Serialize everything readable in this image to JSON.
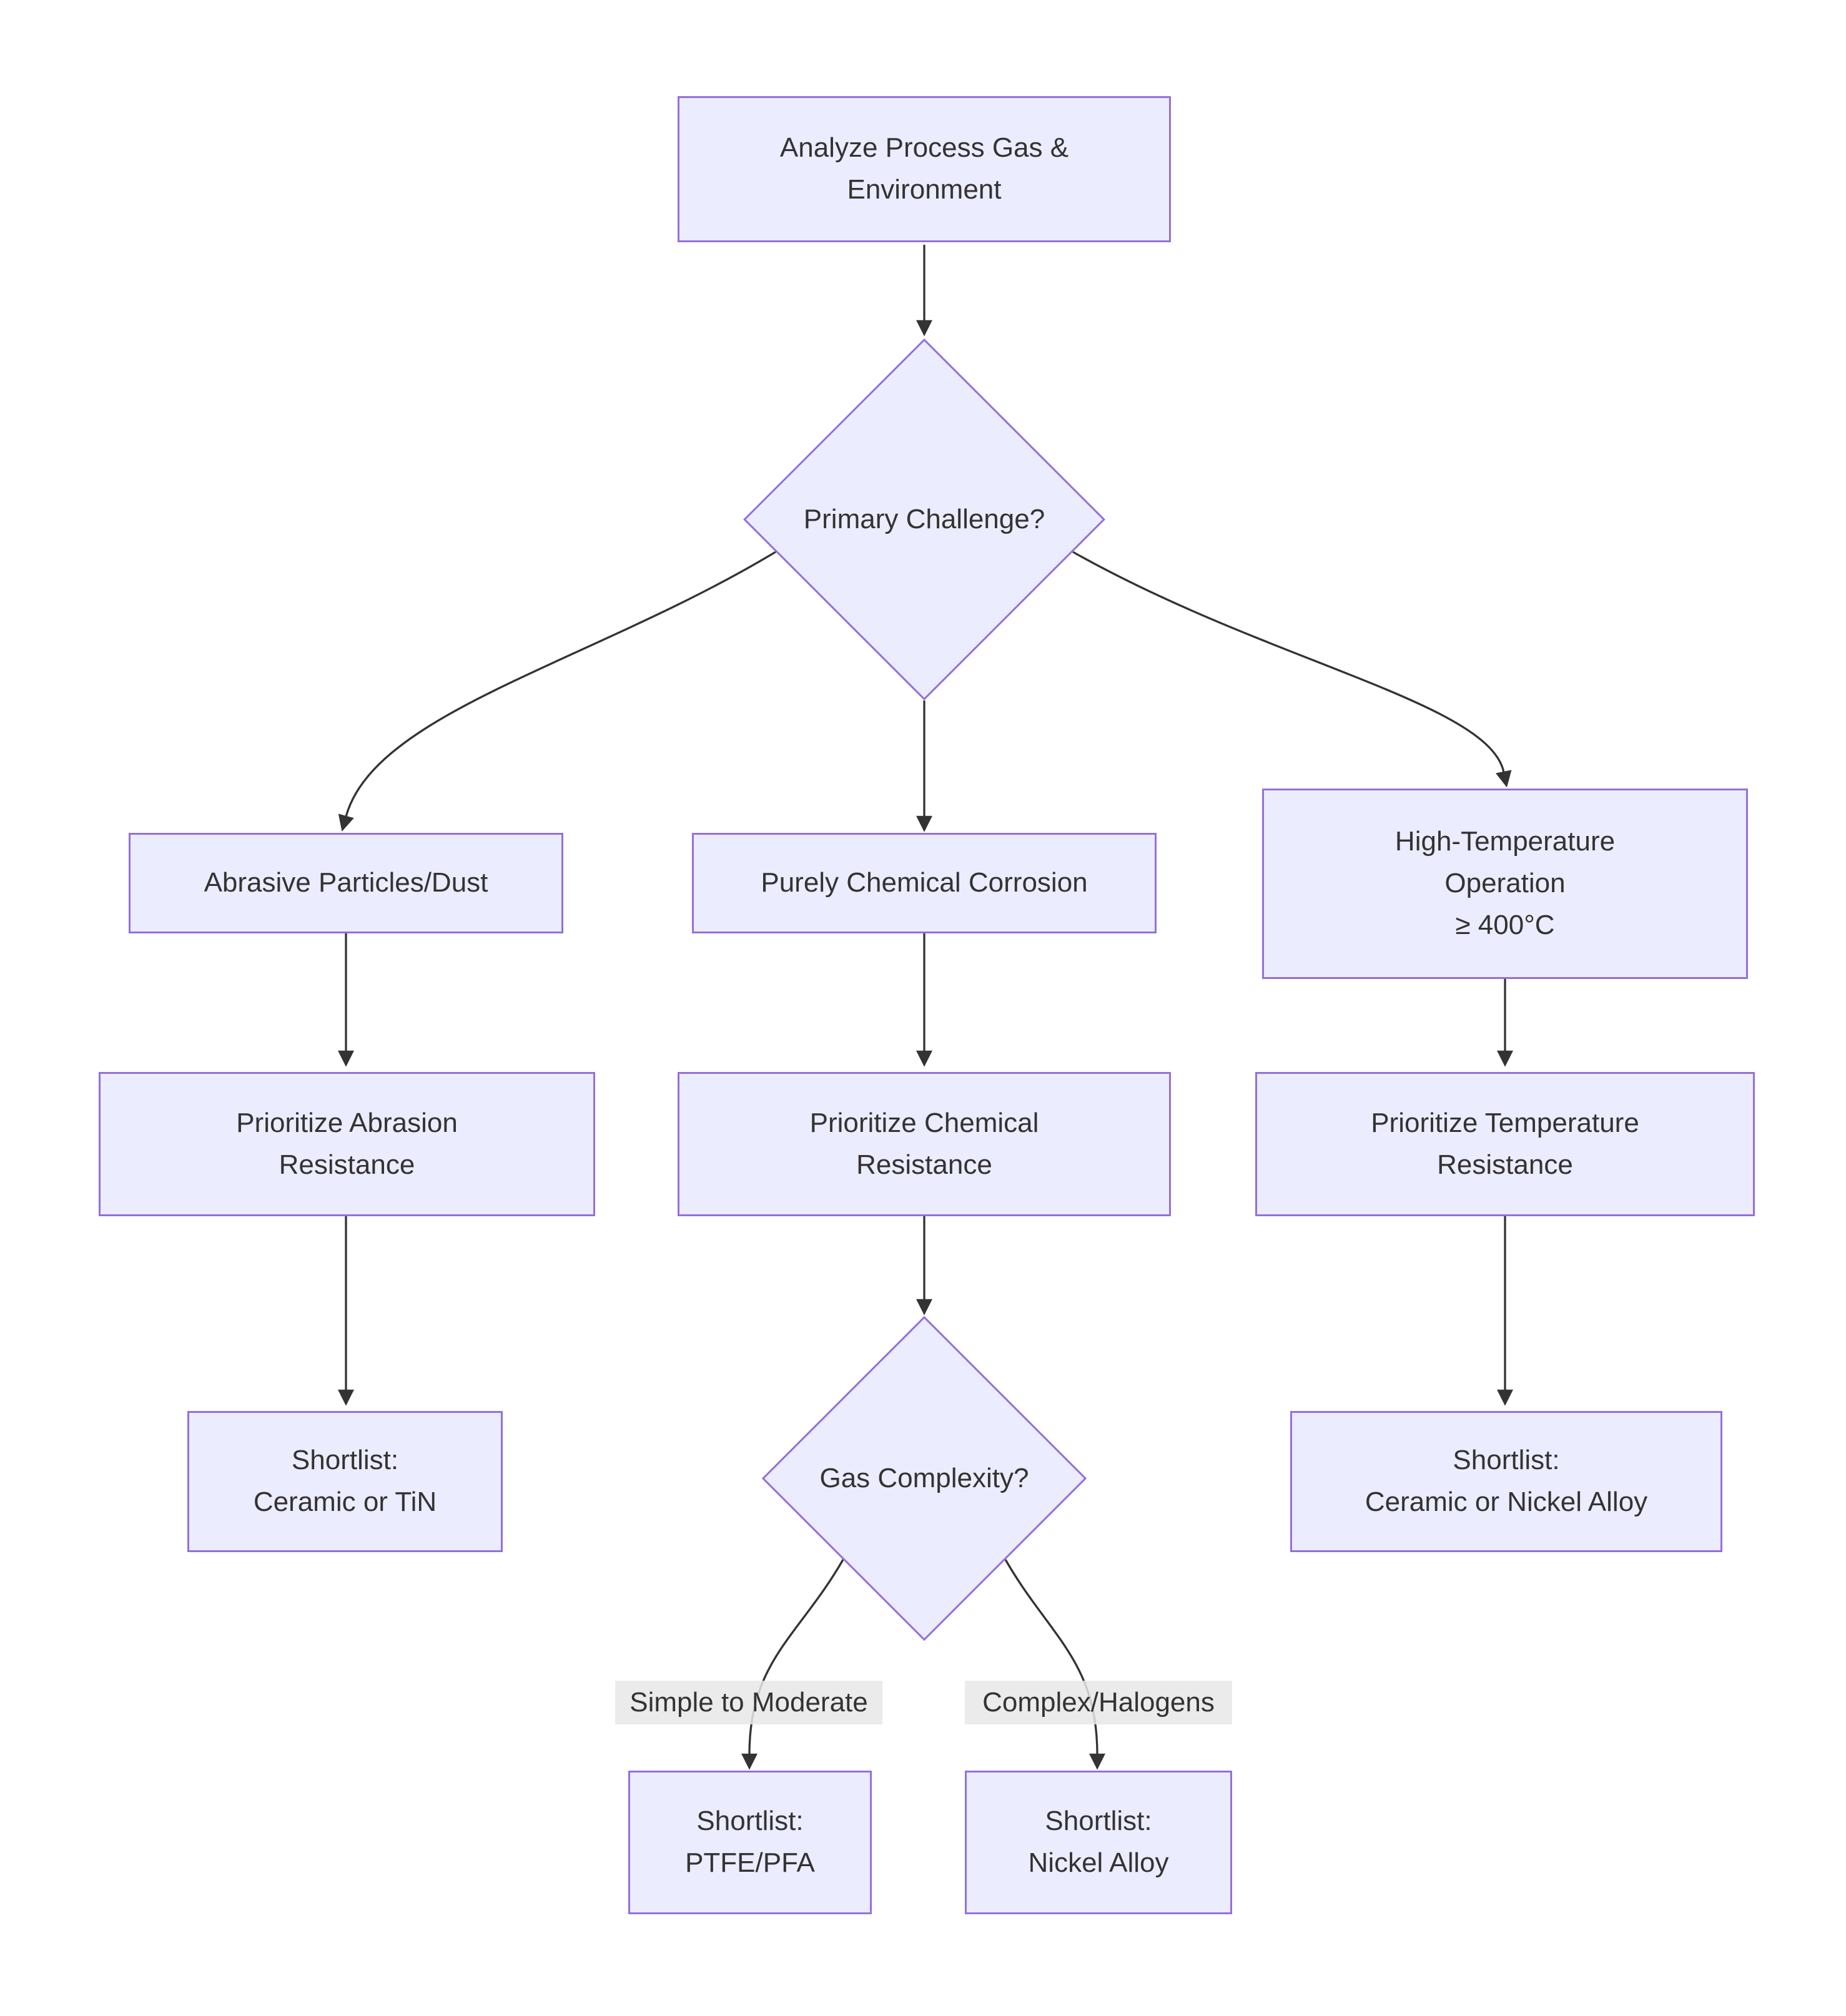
{
  "diagram_type": "flowchart",
  "colors": {
    "background": "#ffffff",
    "node_fill": "#ECECFF",
    "node_border": "#9370DB",
    "text": "#333333",
    "edge": "#333333",
    "edge_label_bg": "#e8e8e8"
  },
  "nodes": {
    "analyze": {
      "label": "Analyze Process Gas &\nEnvironment"
    },
    "primary_challenge": {
      "label": "Primary Challenge?"
    },
    "abrasive": {
      "label": "Abrasive Particles/Dust"
    },
    "chemical_corrosion": {
      "label": "Purely Chemical Corrosion"
    },
    "high_temperature": {
      "label": "High-Temperature\nOperation\n≥ 400°C"
    },
    "prioritize_abrasion": {
      "label": "Prioritize Abrasion\nResistance"
    },
    "prioritize_chemical": {
      "label": "Prioritize Chemical\nResistance"
    },
    "prioritize_temperature": {
      "label": "Prioritize Temperature\nResistance"
    },
    "shortlist_ceramic_tin": {
      "label": "Shortlist:\nCeramic or TiN"
    },
    "gas_complexity": {
      "label": "Gas Complexity?"
    },
    "shortlist_ptfe_pfa": {
      "label": "Shortlist:\nPTFE/PFA"
    },
    "shortlist_nickel_alloy": {
      "label": "Shortlist:\nNickel Alloy"
    },
    "shortlist_ceramic_nickel": {
      "label": "Shortlist:\nCeramic or Nickel Alloy"
    }
  },
  "edge_labels": {
    "simple": "Simple to Moderate",
    "complex": "Complex/Halogens"
  }
}
